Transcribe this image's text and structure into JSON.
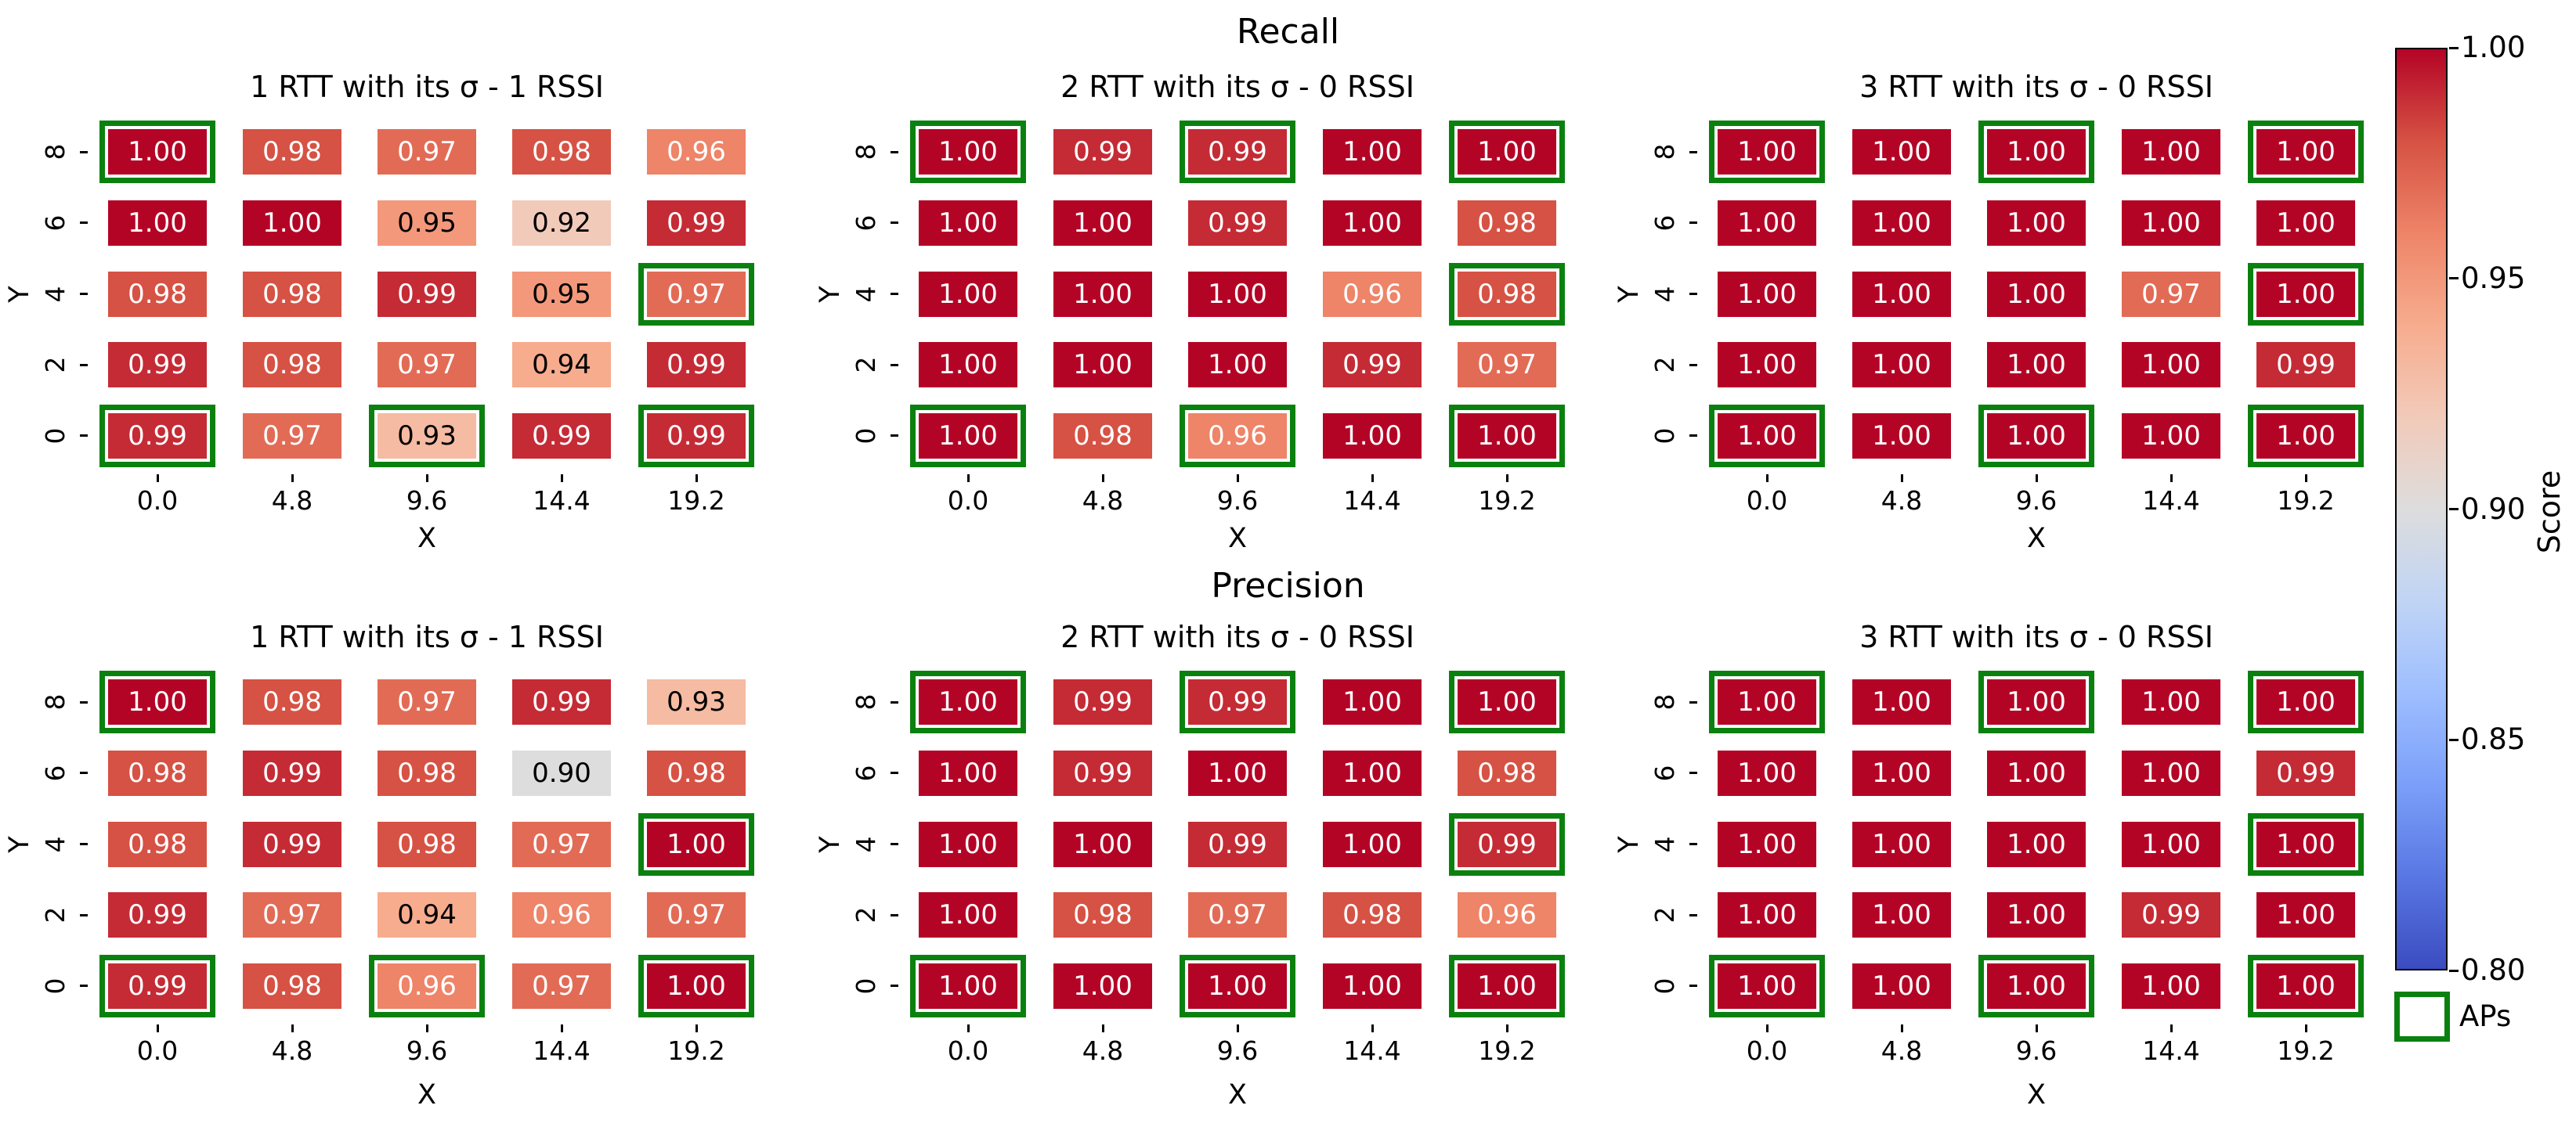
{
  "suptitles": {
    "recall": "Recall",
    "precision": "Precision"
  },
  "axes": {
    "xlabel": "X",
    "ylabel": "Y",
    "xticks": [
      "0.0",
      "4.8",
      "9.6",
      "14.4",
      "19.2"
    ],
    "yticks": [
      "8",
      "6",
      "4",
      "2",
      "0"
    ]
  },
  "colorbar": {
    "label": "Score",
    "ticks": [
      "1.00",
      "0.95",
      "0.90",
      "0.85",
      "0.80"
    ],
    "vmin": 0.8,
    "vmax": 1.0,
    "colormap": {
      "name": "coolwarm",
      "anchors": [
        "#3b4cc0",
        "#5977e3",
        "#7b9ff9",
        "#9ebeff",
        "#c0d4f5",
        "#dddddd",
        "#f2cab9",
        "#f7ac8e",
        "#ee8468",
        "#d65244",
        "#b40426"
      ]
    }
  },
  "legend": {
    "label": "APs",
    "border_color": "#0a810f"
  },
  "chart_data": [
    {
      "type": "heatmap",
      "group": "Recall",
      "title": "1 RTT with its σ - 1 RSSI",
      "x": [
        0.0,
        4.8,
        9.6,
        14.4,
        19.2
      ],
      "y": [
        8,
        6,
        4,
        2,
        0
      ],
      "values": [
        [
          1.0,
          0.98,
          0.97,
          0.98,
          0.96
        ],
        [
          1.0,
          1.0,
          0.95,
          0.92,
          0.99
        ],
        [
          0.98,
          0.98,
          0.99,
          0.95,
          0.97
        ],
        [
          0.99,
          0.98,
          0.97,
          0.94,
          0.99
        ],
        [
          0.99,
          0.97,
          0.93,
          0.99,
          0.99
        ]
      ],
      "ap_cells": [
        [
          0,
          0
        ],
        [
          2,
          4
        ],
        [
          4,
          0
        ],
        [
          4,
          2
        ],
        [
          4,
          4
        ]
      ]
    },
    {
      "type": "heatmap",
      "group": "Recall",
      "title": "2 RTT with its σ - 0 RSSI",
      "x": [
        0.0,
        4.8,
        9.6,
        14.4,
        19.2
      ],
      "y": [
        8,
        6,
        4,
        2,
        0
      ],
      "values": [
        [
          1.0,
          0.99,
          0.99,
          1.0,
          1.0
        ],
        [
          1.0,
          1.0,
          0.99,
          1.0,
          0.98
        ],
        [
          1.0,
          1.0,
          1.0,
          0.96,
          0.98
        ],
        [
          1.0,
          1.0,
          1.0,
          0.99,
          0.97
        ],
        [
          1.0,
          0.98,
          0.96,
          1.0,
          1.0
        ]
      ],
      "ap_cells": [
        [
          0,
          0
        ],
        [
          0,
          2
        ],
        [
          0,
          4
        ],
        [
          2,
          4
        ],
        [
          4,
          0
        ],
        [
          4,
          2
        ],
        [
          4,
          4
        ]
      ]
    },
    {
      "type": "heatmap",
      "group": "Recall",
      "title": "3 RTT with its σ - 0 RSSI",
      "x": [
        0.0,
        4.8,
        9.6,
        14.4,
        19.2
      ],
      "y": [
        8,
        6,
        4,
        2,
        0
      ],
      "values": [
        [
          1.0,
          1.0,
          1.0,
          1.0,
          1.0
        ],
        [
          1.0,
          1.0,
          1.0,
          1.0,
          1.0
        ],
        [
          1.0,
          1.0,
          1.0,
          0.97,
          1.0
        ],
        [
          1.0,
          1.0,
          1.0,
          1.0,
          0.99
        ],
        [
          1.0,
          1.0,
          1.0,
          1.0,
          1.0
        ]
      ],
      "ap_cells": [
        [
          0,
          0
        ],
        [
          0,
          2
        ],
        [
          0,
          4
        ],
        [
          2,
          4
        ],
        [
          4,
          0
        ],
        [
          4,
          2
        ],
        [
          4,
          4
        ]
      ]
    },
    {
      "type": "heatmap",
      "group": "Precision",
      "title": "1 RTT with its σ - 1 RSSI",
      "x": [
        0.0,
        4.8,
        9.6,
        14.4,
        19.2
      ],
      "y": [
        8,
        6,
        4,
        2,
        0
      ],
      "values": [
        [
          1.0,
          0.98,
          0.97,
          0.99,
          0.93
        ],
        [
          0.98,
          0.99,
          0.98,
          0.9,
          0.98
        ],
        [
          0.98,
          0.99,
          0.98,
          0.97,
          1.0
        ],
        [
          0.99,
          0.97,
          0.94,
          0.96,
          0.97
        ],
        [
          0.99,
          0.98,
          0.96,
          0.97,
          1.0
        ]
      ],
      "ap_cells": [
        [
          0,
          0
        ],
        [
          2,
          4
        ],
        [
          4,
          0
        ],
        [
          4,
          2
        ],
        [
          4,
          4
        ]
      ]
    },
    {
      "type": "heatmap",
      "group": "Precision",
      "title": "2 RTT with its σ - 0 RSSI",
      "x": [
        0.0,
        4.8,
        9.6,
        14.4,
        19.2
      ],
      "y": [
        8,
        6,
        4,
        2,
        0
      ],
      "values": [
        [
          1.0,
          0.99,
          0.99,
          1.0,
          1.0
        ],
        [
          1.0,
          0.99,
          1.0,
          1.0,
          0.98
        ],
        [
          1.0,
          1.0,
          0.99,
          1.0,
          0.99
        ],
        [
          1.0,
          0.98,
          0.97,
          0.98,
          0.96
        ],
        [
          1.0,
          1.0,
          1.0,
          1.0,
          1.0
        ]
      ],
      "ap_cells": [
        [
          0,
          0
        ],
        [
          0,
          2
        ],
        [
          0,
          4
        ],
        [
          2,
          4
        ],
        [
          4,
          0
        ],
        [
          4,
          2
        ],
        [
          4,
          4
        ]
      ]
    },
    {
      "type": "heatmap",
      "group": "Precision",
      "title": "3 RTT with its σ - 0 RSSI",
      "x": [
        0.0,
        4.8,
        9.6,
        14.4,
        19.2
      ],
      "y": [
        8,
        6,
        4,
        2,
        0
      ],
      "values": [
        [
          1.0,
          1.0,
          1.0,
          1.0,
          1.0
        ],
        [
          1.0,
          1.0,
          1.0,
          1.0,
          0.99
        ],
        [
          1.0,
          1.0,
          1.0,
          1.0,
          1.0
        ],
        [
          1.0,
          1.0,
          1.0,
          0.99,
          1.0
        ],
        [
          1.0,
          1.0,
          1.0,
          1.0,
          1.0
        ]
      ],
      "ap_cells": [
        [
          0,
          0
        ],
        [
          0,
          2
        ],
        [
          0,
          4
        ],
        [
          2,
          4
        ],
        [
          4,
          0
        ],
        [
          4,
          2
        ],
        [
          4,
          4
        ]
      ]
    }
  ]
}
